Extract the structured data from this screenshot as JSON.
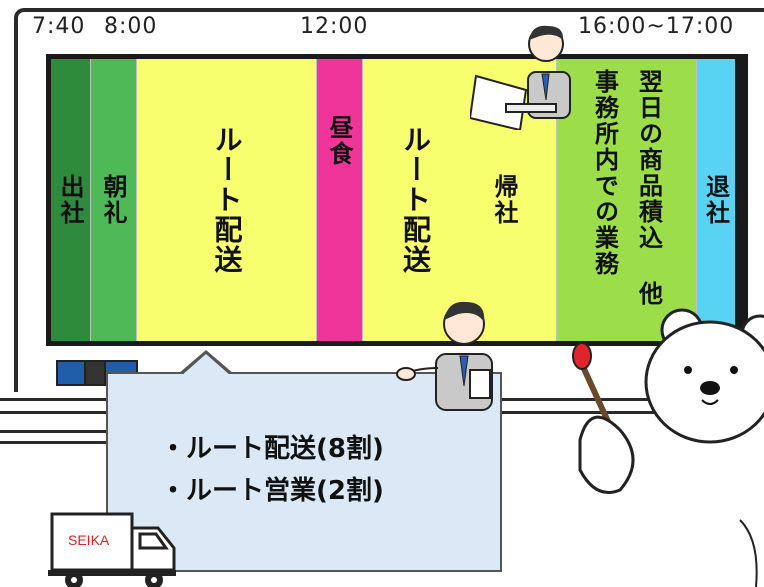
{
  "times": {
    "t1": "7:40",
    "t2": "8:00",
    "t3": "12:00",
    "t4": "16:00~17:00"
  },
  "schedule": {
    "check_in": "出社",
    "meeting": "朝礼",
    "route1": "ルート配送",
    "lunch": "昼食",
    "route2": "ルート配送",
    "return": "帰社",
    "office1": "事務所内での業務",
    "office2": "翌日の商品積込 他",
    "leave": "退社"
  },
  "bubble": {
    "line1": "・ルート配送(8割)",
    "line2": "・ルート営業(2割)"
  },
  "truck_label": "SEIKA",
  "colors": {
    "green_dark": "#2e8b3e",
    "green": "#4fb957",
    "yellow": "#f7ff6e",
    "pink": "#f0359a",
    "lime": "#9cdd4a",
    "sky": "#5ad2f4",
    "bubble": "#dbe9f7"
  },
  "icons": [
    "businessman-laptop-icon",
    "businessman-presenting-icon",
    "polar-bear-pointer-icon",
    "truck-icon"
  ]
}
